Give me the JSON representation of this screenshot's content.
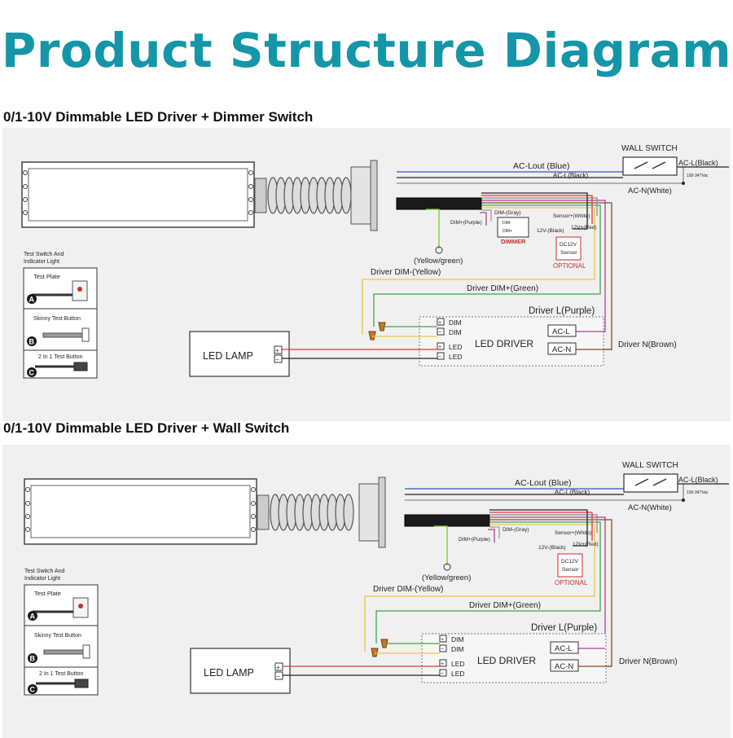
{
  "header": {
    "title": "Product Structure Diagram",
    "title_color": "#1496a8"
  },
  "colors": {
    "blue": "#3a52b8",
    "black": "#222222",
    "white": "#8a8a8a",
    "purple": "#b0418f",
    "gray": "#9c9c9c",
    "yellow": "#e8c93d",
    "green": "#3fa34d",
    "yellowgreen": "#7ec23a",
    "red": "#d93a3a",
    "brown": "#8b4a1f",
    "optional_red": "#c43030"
  },
  "labels": {
    "wall_switch": "WALL SWITCH",
    "ac_lout": "AC-Lout (Blue)",
    "ac_l_black": "AC-L(Black)",
    "ac_l_small": "AC-L(Black)",
    "ac_n": "AC-N(White)",
    "vac": "100-347Vac",
    "dim_gray": "DIM-(Gray)",
    "dim_purple": "DIM+(Purple)",
    "sensor_white": "Sensor+(White)",
    "v12_red": "12V+(Red)",
    "v12_black": "12V-(Black)",
    "dc12v_1": "DC12V",
    "dc12v_2": "Sensor",
    "optional": "OPTIONAL",
    "yellow_green": "(Yellow/green)",
    "driver_dim_minus": "Driver DIM-(Yellow)",
    "driver_dim_plus": "Driver DIM+(Green)",
    "driver_l": "Driver L(Purple)",
    "driver_n": "Driver N(Brown)",
    "led_driver": "LED DRIVER",
    "dim": "DIM",
    "led": "LED",
    "ac_l_box": "AC-L",
    "ac_n_box": "AC-N",
    "led_lamp": "LED LAMP",
    "dimmer": "DIMMER",
    "dimmer_minus": "DIM-",
    "dimmer_plus": "DIM+",
    "test_switch_1": "Test Switch And",
    "test_switch_2": "Indicator Light",
    "test_plate": "Test Plate",
    "skinny": "Skinny Test Button",
    "two_in_one": "2 In 1 Test Button",
    "badge_a": "A",
    "badge_b": "B",
    "badge_c": "C",
    "plus": "+",
    "minus": "−"
  },
  "sections": [
    {
      "title": "0/1-10V Dimmable LED Driver + Dimmer Switch",
      "has_dimmer": true
    },
    {
      "title": "0/1-10V Dimmable LED Driver + Wall Switch",
      "has_dimmer": false
    }
  ]
}
